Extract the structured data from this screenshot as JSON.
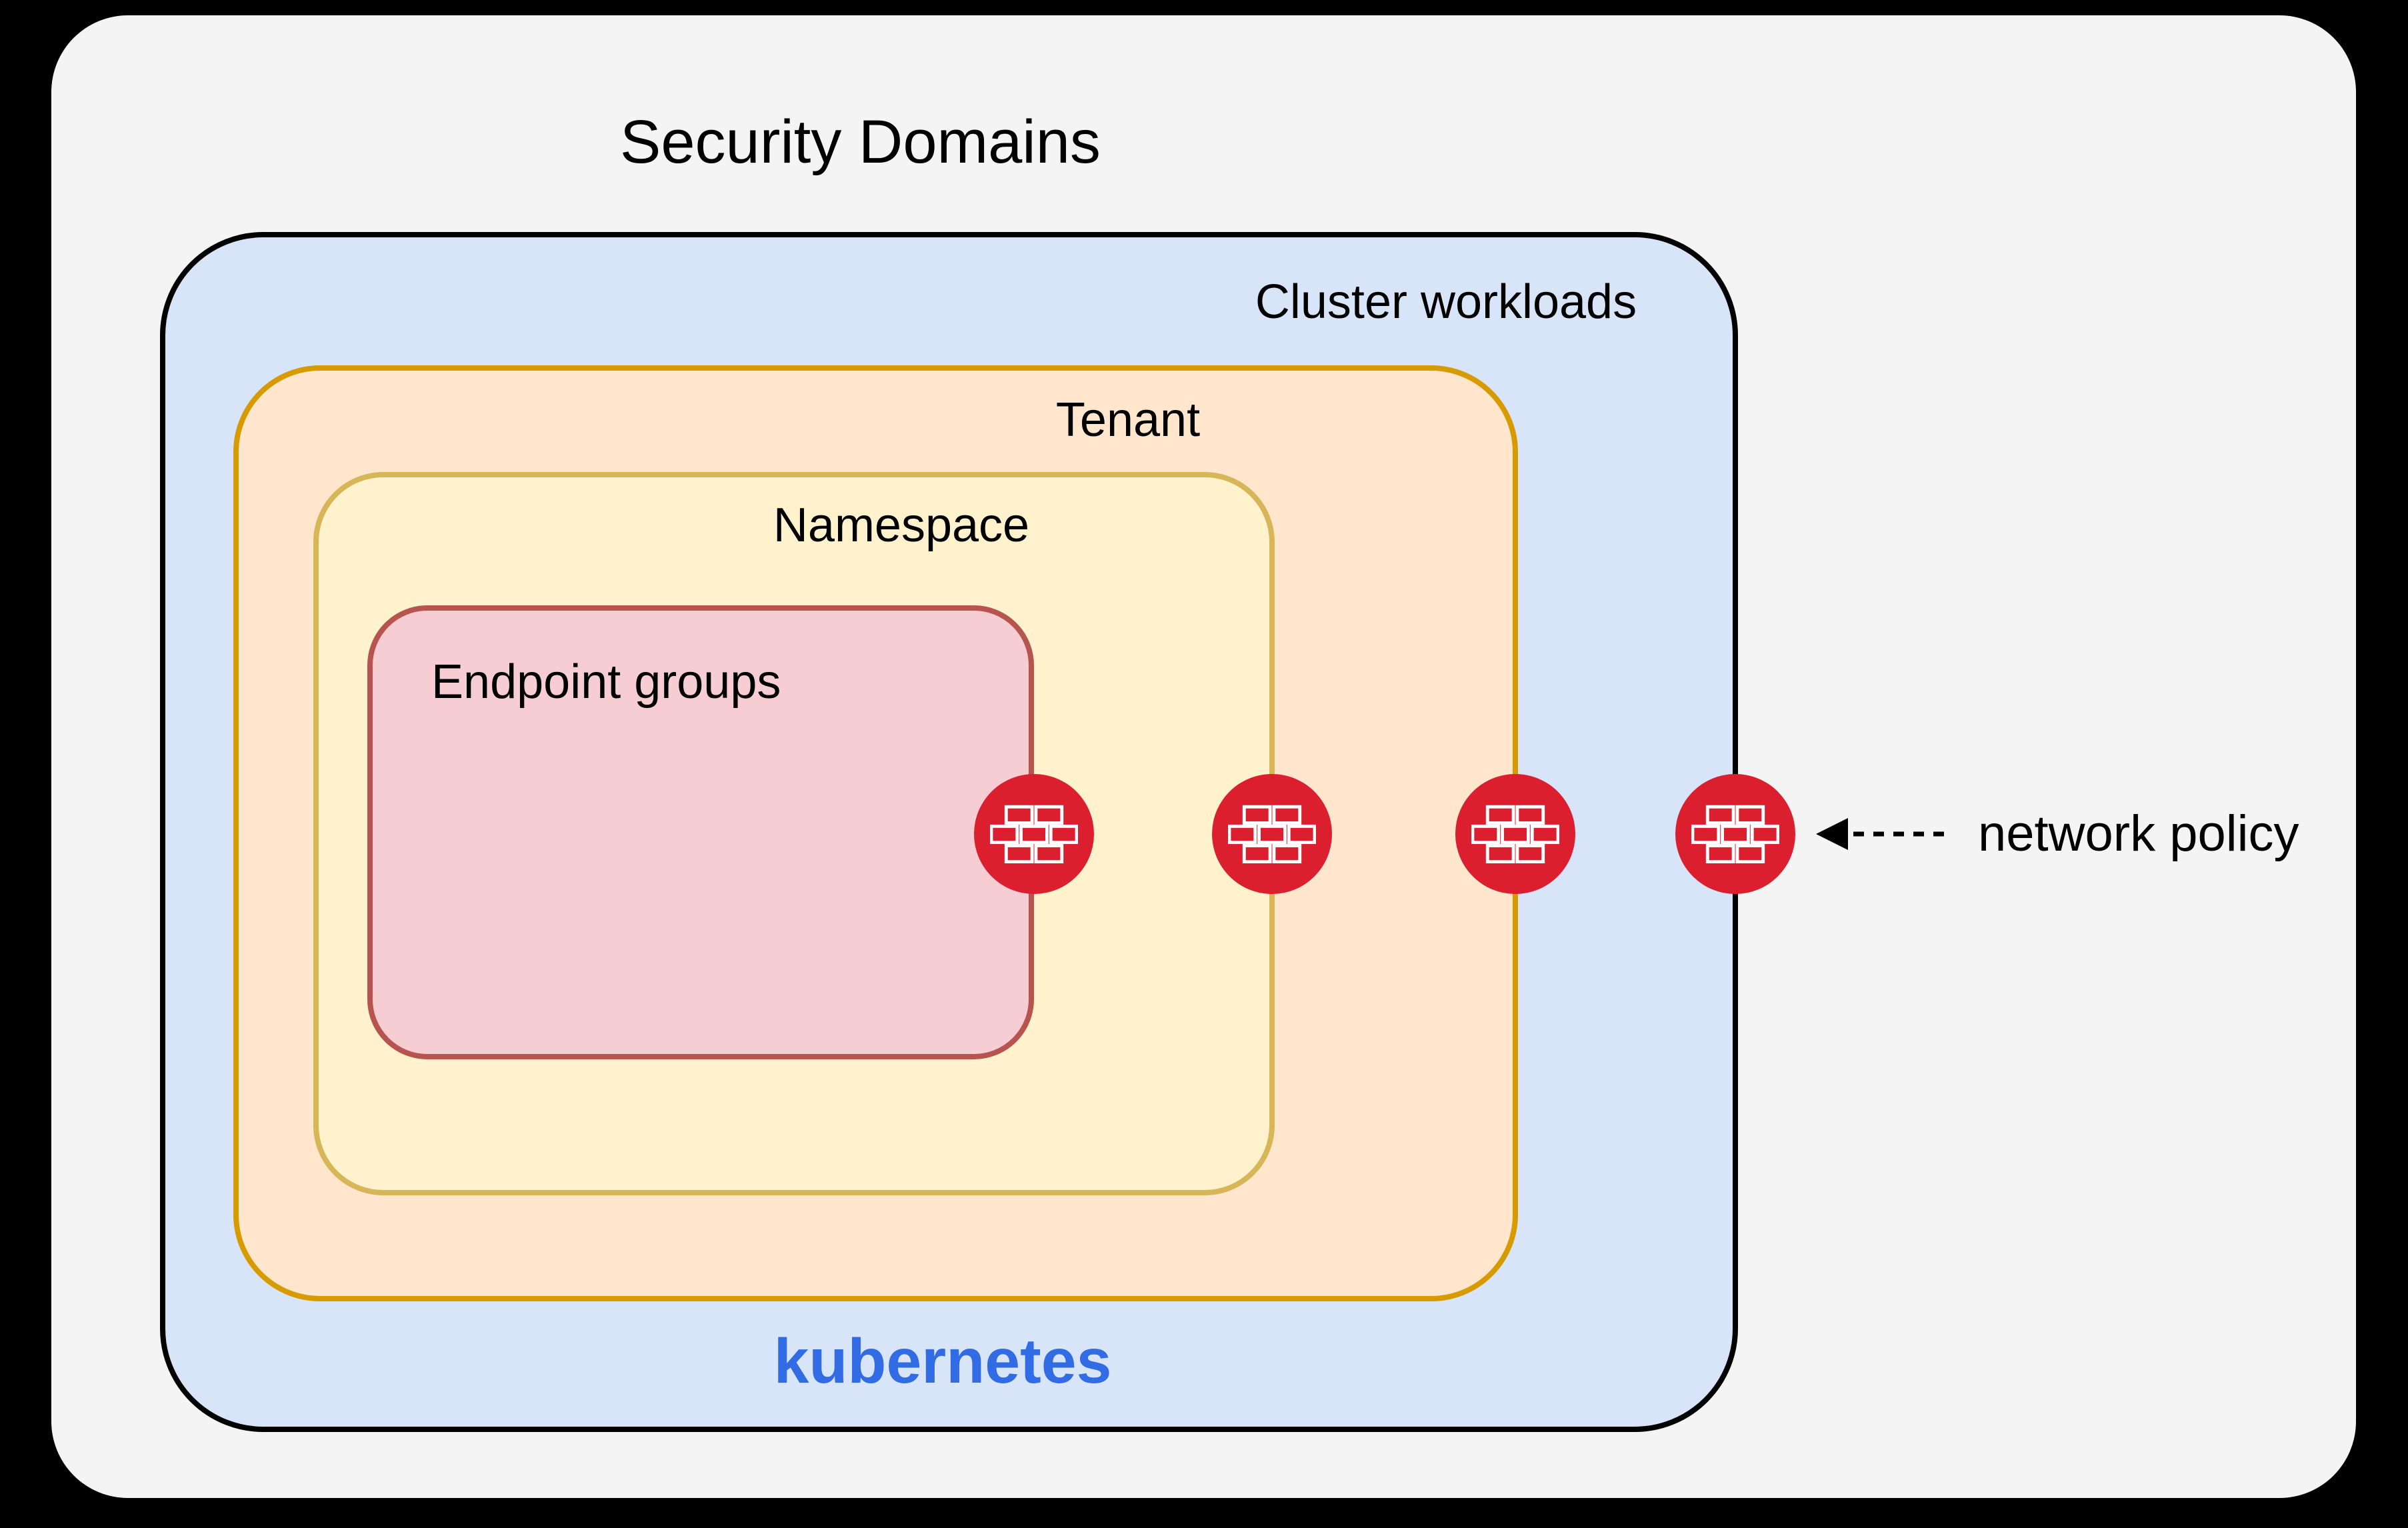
{
  "title": "Security Domains",
  "diagram": {
    "boxes": {
      "cluster": {
        "label": "Cluster workloads",
        "brand": "kubernetes",
        "fill": "#d8e5f8",
        "border": "#000000",
        "brand_color": "#326ce5"
      },
      "tenant": {
        "label": "Tenant",
        "fill": "#ffe6cc",
        "border": "#d79b00"
      },
      "namespace": {
        "label": "Namespace",
        "fill": "#fff2cc",
        "border": "#d6b656"
      },
      "endpoint_groups": {
        "label": "Endpoint groups",
        "fill": "#f5cdd2",
        "border": "#b85450"
      }
    },
    "firewall_icons": {
      "name": "firewall-icon",
      "count": 4,
      "color": "#dc1f2e",
      "placement": "one on the right border of each nested box"
    },
    "annotation": {
      "label": "network policy",
      "arrow": "dashed, pointing left at outermost firewall icon"
    }
  },
  "colors": {
    "page_background": "#000000",
    "canvas_background": "#f4f4f4",
    "text": "#000000"
  }
}
